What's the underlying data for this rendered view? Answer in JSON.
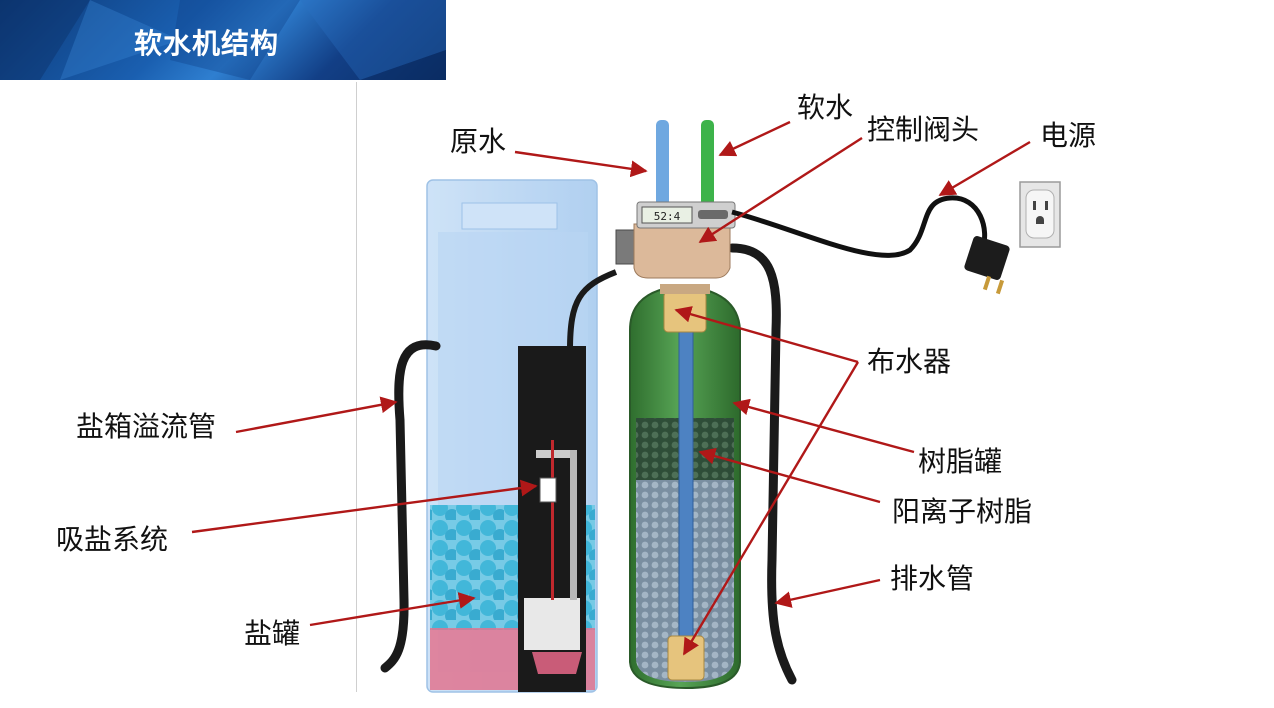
{
  "slide": {
    "title": "软水机结构"
  },
  "labels": {
    "raw_water": "原水",
    "soft_water": "软水",
    "control_valve": "控制阀头",
    "power": "电源",
    "distributor": "布水器",
    "resin_tank": "树脂罐",
    "cation_resin": "阳离子树脂",
    "drain_pipe": "排水管",
    "overflow_pipe": "盐箱溢流管",
    "brine_system": "吸盐系统",
    "salt_tank": "盐罐"
  },
  "valve_display": "52:4",
  "colors": {
    "banner": "#1a5fb0",
    "arrow": "#b01818",
    "raw_pipe": "#6fa8e0",
    "soft_pipe": "#3db34a",
    "tank_green": "#3f8a3c",
    "brine_box": "#a9cdf0",
    "salt": "#35b6d6",
    "brine_bottom": "#e0748f"
  },
  "icons": [
    "power-outlet-icon",
    "power-plug-icon"
  ]
}
